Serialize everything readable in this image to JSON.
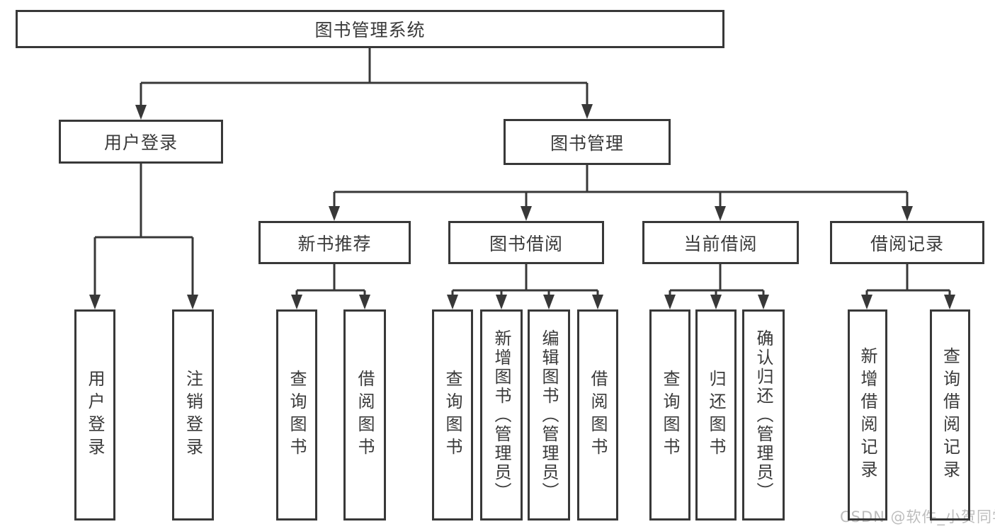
{
  "diagram": {
    "title": "图书管理系统",
    "level2": {
      "userLogin": "用户登录",
      "bookMgmt": "图书管理"
    },
    "level3": {
      "newBooks": "新书推荐",
      "bookBorrow": "图书借阅",
      "currentBorrow": "当前借阅",
      "borrowRecords": "借阅记录"
    },
    "leaves": {
      "login": [
        "用户登录",
        "注销登录"
      ],
      "newBooks": [
        "查询图书",
        "借阅图书"
      ],
      "bookBorrow": [
        "查询图书",
        "新增图书（管理员）",
        "编辑图书（管理员）",
        "借阅图书"
      ],
      "currentBorrow": [
        "查询图书",
        "归还图书",
        "确认归还（管理员）"
      ],
      "borrowRecords": [
        "新增借阅记录",
        "查询借阅记录"
      ]
    },
    "colors": {
      "line": "#383838",
      "text": "#3a3a3a",
      "background": "#ffffff",
      "watermark": "#bdbdbd"
    }
  },
  "watermark": "CSDN @软件_小贺同学"
}
